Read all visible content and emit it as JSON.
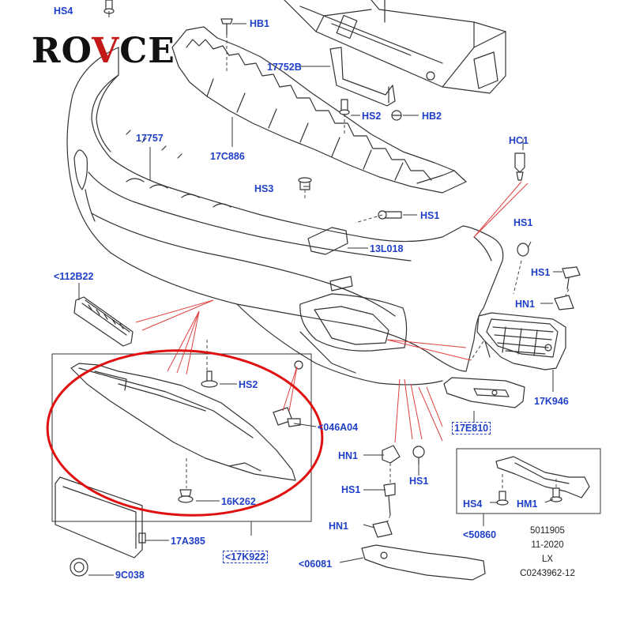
{
  "brand": {
    "logo_text": "ROVCE",
    "accent_letter": "V",
    "accent_color": "#c41818"
  },
  "label_color": "#1f3fc8",
  "highlight_color": "#e01010",
  "callouts": {
    "hs4_top": "HS4",
    "hb1": "HB1",
    "p17752b": "17752B",
    "hs2_top": "HS2",
    "hb2": "HB2",
    "p17757": "17757",
    "p17c886": "17C886",
    "hc1": "HC1",
    "hs3": "HS3",
    "hs1_a": "HS1",
    "hs1_b": "HS1",
    "p13l018": "13L018",
    "hs1_c": "HS1",
    "p112b22": "<112B22",
    "hn1_a": "HN1",
    "p17k946": "17K946",
    "hs2_mid": "HS2",
    "p046a04": "<046A04",
    "p17e810": "17E810",
    "hn1_b": "HN1",
    "hs1_d": "HS1",
    "hs1_e": "HS1",
    "hs4_bot": "HS4",
    "hm1": "HM1",
    "p16k262": "16K262",
    "hn1_c": "HN1",
    "p50860": "<50860",
    "p17a385": "17A385",
    "p17k922": "<17K922",
    "p06081": "<06081",
    "p9c038": "9C038"
  },
  "footer_meta": [
    "5011905",
    "11-2020",
    "LX",
    "C0243962-12"
  ]
}
